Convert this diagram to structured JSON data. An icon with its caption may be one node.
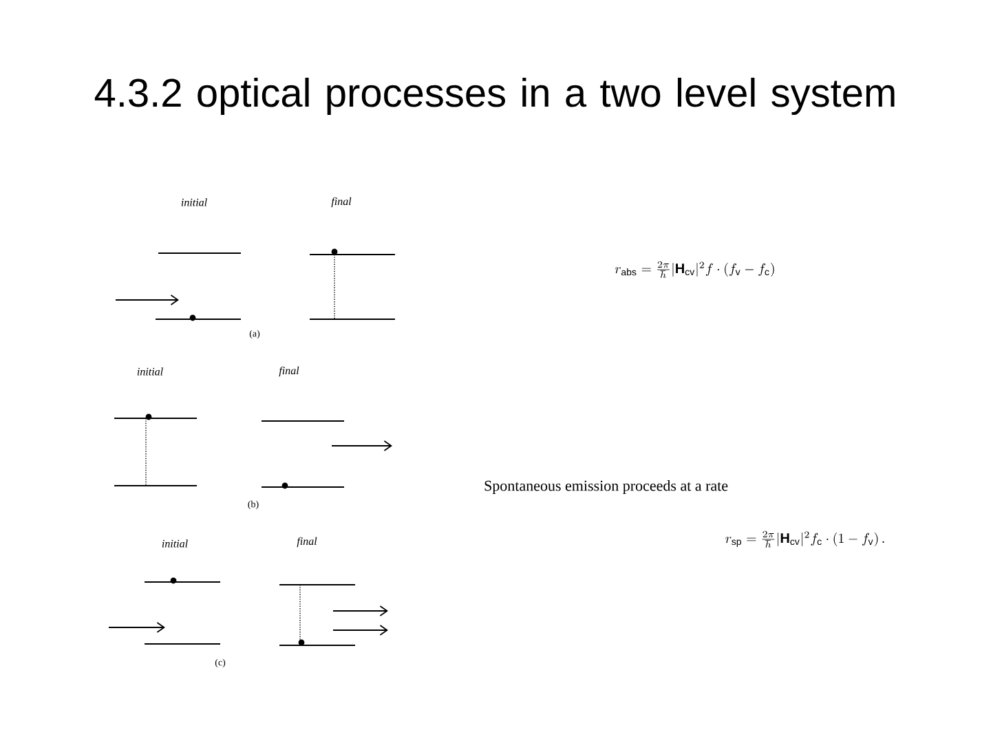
{
  "diagram": {
    "title": "4.3.2 optical processes in a two level system",
    "labels": [
      "initial",
      "final",
      "(a)",
      "initial",
      "final",
      "(b)",
      "initial",
      "final",
      "(c)",
      "r_{\\mathrm{abs}} = \\frac{2\\pi}{\\hbar}|\\mathbf{H}_{\\mathrm{cv}}|^2 f\\cdot(f_{\\mathrm{v}} - f_{\\mathrm{c}})",
      "Spontaneous emission proceeds at a rate",
      "r_{\\mathrm{sp}} = \\frac{2\\pi}{\\hbar}|\\mathbf{H}_{\\mathrm{cv}}|^2 f_{\\mathrm{c}}\\cdot(1 - f_{\\mathrm{v}})\\,."
    ]
  }
}
